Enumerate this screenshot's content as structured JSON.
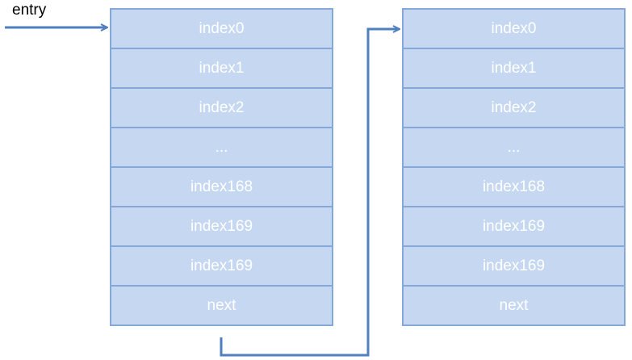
{
  "entry_label": "entry",
  "colors": {
    "cell_fill": "#c6d8f1",
    "cell_border": "#86a8d8",
    "arrow": "#4f7fbf"
  },
  "blocks": [
    {
      "cells": [
        "index0",
        "index1",
        "index2",
        "...",
        "index168",
        "index169",
        "index169",
        "next"
      ]
    },
    {
      "cells": [
        "index0",
        "index1",
        "index2",
        "...",
        "index168",
        "index169",
        "index169",
        "next"
      ]
    }
  ]
}
